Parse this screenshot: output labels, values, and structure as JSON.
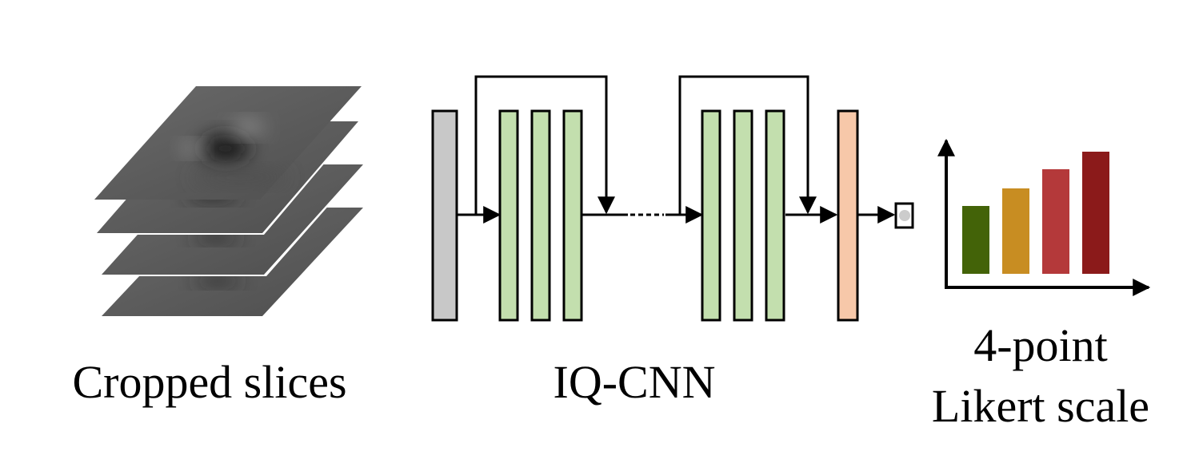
{
  "labels": {
    "input": "Cropped slices",
    "model": "IQ-CNN",
    "output_line1": "4-point",
    "output_line2": "Likert scale"
  },
  "colors": {
    "input_layer": "#c8c8c8",
    "conv_layer": "#c3dfae",
    "fc_layer": "#f7c8a9",
    "output_node": "#cccccc",
    "likert_1": "#436308",
    "likert_2": "#c88d22",
    "likert_3": "#b4393a",
    "likert_4": "#8b1a1a",
    "slice_fill": "#5a5a5a",
    "stroke": "#000000"
  },
  "icons": {
    "slices": "stacked-image-slices",
    "bar_chart": "likert-bar-chart-icon"
  },
  "likert_levels": [
    1,
    2,
    3,
    4
  ]
}
